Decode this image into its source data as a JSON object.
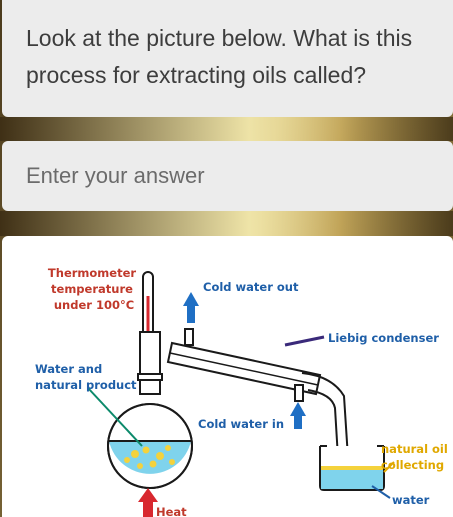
{
  "question": {
    "line1": "Look at the picture below. What is this",
    "line2": "process for extracting oils called?"
  },
  "answer": {
    "placeholder": "Enter your answer"
  },
  "diagram": {
    "thermometer_label": [
      "Thermometer",
      "temperature",
      "under 100°C"
    ],
    "cold_water_out": "Cold water out",
    "liebig_condenser": "Liebig condenser",
    "water_and_product": [
      "Water and",
      "natural product"
    ],
    "cold_water_in": "Cold water in",
    "natural_oil": [
      "natural oil",
      "collecting"
    ],
    "water": "water",
    "heat": "Heat",
    "colors": {
      "label_red": "#c0392b",
      "label_blue": "#1f5fa8",
      "label_yellow": "#e0a800",
      "arrow_blue": "#1f6fc4",
      "arrow_red": "#d8282f",
      "water_fill": "#7fd3ec",
      "oil_fill": "#f4d23c"
    }
  }
}
